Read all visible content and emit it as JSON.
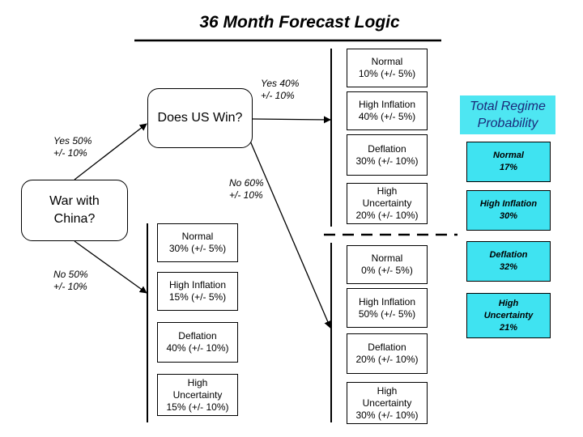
{
  "title": "36 Month Forecast Logic",
  "root": {
    "label": "War with China?"
  },
  "decision": {
    "label": "Does US Win?"
  },
  "edges": {
    "war_yes": [
      "Yes 50%",
      "+/- 10%"
    ],
    "war_no": [
      "No 50%",
      "+/- 10%"
    ],
    "win_yes": [
      "Yes 40%",
      "+/- 10%"
    ],
    "win_no": [
      "No 60%",
      "+/- 10%"
    ]
  },
  "branches": {
    "no_war": [
      {
        "name": "Normal",
        "value": "30% (+/- 5%)"
      },
      {
        "name": "High Inflation",
        "value": "15%  (+/- 5%)"
      },
      {
        "name": "Deflation",
        "value": "40% (+/- 10%)"
      },
      {
        "name": "High Uncertainty",
        "value": "15% (+/- 10%)"
      }
    ],
    "us_wins": [
      {
        "name": "Normal",
        "value": "10% (+/- 5%)"
      },
      {
        "name": "High Inflation",
        "value": "40%  (+/- 5%)"
      },
      {
        "name": "Deflation",
        "value": "30% (+/- 10%)"
      },
      {
        "name": "High Uncertainty",
        "value": "20% (+/- 10%)"
      }
    ],
    "us_loses": [
      {
        "name": "Normal",
        "value": "0% (+/- 5%)"
      },
      {
        "name": "High Inflation",
        "value": "50%  (+/- 5%)"
      },
      {
        "name": "Deflation",
        "value": "20% (+/- 10%)"
      },
      {
        "name": "High Uncertainty",
        "value": "30% (+/- 10%)"
      }
    ]
  },
  "regime_summary": {
    "title": "Total Regime Probability",
    "items": [
      {
        "name": "Normal",
        "value": "17%"
      },
      {
        "name": "High Inflation",
        "value": "30%"
      },
      {
        "name": "Deflation",
        "value": "32%"
      },
      {
        "name": "High Uncertainty",
        "value": "21%"
      }
    ]
  },
  "colors": {
    "accent": "#3fe3f1",
    "accent_text": "#1a2a7a"
  }
}
